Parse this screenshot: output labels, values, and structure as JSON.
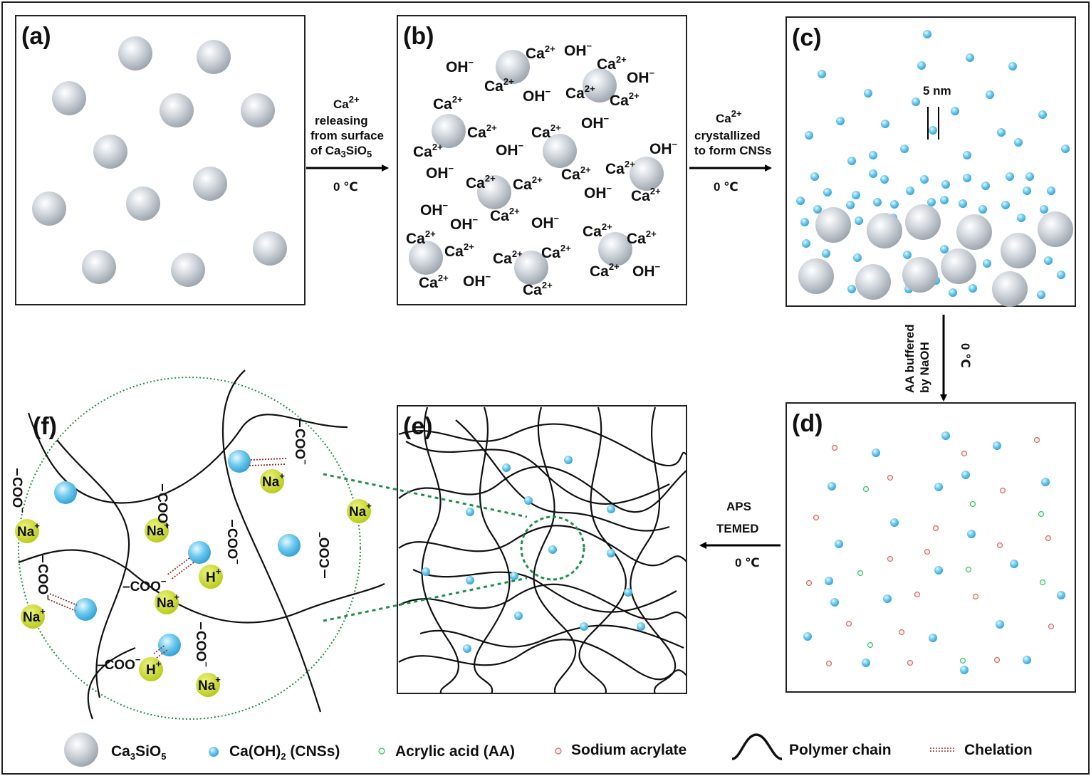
{
  "panels": {
    "a": "(a)",
    "b": "(b)",
    "c": "(c)",
    "d": "(d)",
    "e": "(e)",
    "f": "(f)"
  },
  "ions": {
    "ca": "Ca",
    "ca_charge": "2+",
    "oh": "OH",
    "oh_charge": "−"
  },
  "arrows": {
    "ab": {
      "line1": "Ca",
      "line1_sup": "2+",
      "line2": "releasing",
      "line3": "from  surface",
      "line4": "of Ca",
      "line4_sub": "3",
      "line4_rest": "SiO",
      "line4_sub2": "5",
      "temp": "0 ℃"
    },
    "bc": {
      "line1": "Ca",
      "line1_sup": "2+",
      "line2": "crystallized",
      "line3": "to form CNSs",
      "temp": "0 ℃"
    },
    "cd": {
      "line1": "AA buffered",
      "line2": "by NaOH",
      "temp": "0 ℃"
    },
    "de": {
      "line1": "APS",
      "line2": "TEMED",
      "temp": "0 ℃"
    }
  },
  "scale_label": "5 nm",
  "groups": {
    "coo": "COO",
    "coo_left": "–COO",
    "na": "Na",
    "h": "H",
    "plus": "+",
    "minus": "−"
  },
  "legend": {
    "ca3sio5_a": "Ca",
    "ca3sio5_sub1": "3",
    "ca3sio5_b": "SiO",
    "ca3sio5_sub2": "5",
    "cnss_a": "Ca(OH)",
    "cnss_sub": "2",
    "cnss_b": " (CNSs)",
    "aa": "Acrylic acid (AA)",
    "sodium": "Sodium acrylate",
    "polymer": "Polymer chain",
    "chelation": "Chelation"
  },
  "colors": {
    "border": "#222222",
    "large_sphere": "#b9bfc6",
    "cns": "#4fb8e6",
    "aa": "#6fcf8a",
    "sodium": "#d7837f",
    "na_ion": "#c6d821",
    "dotted_green": "#1f8f4a",
    "chelation": "#a02a2a"
  }
}
